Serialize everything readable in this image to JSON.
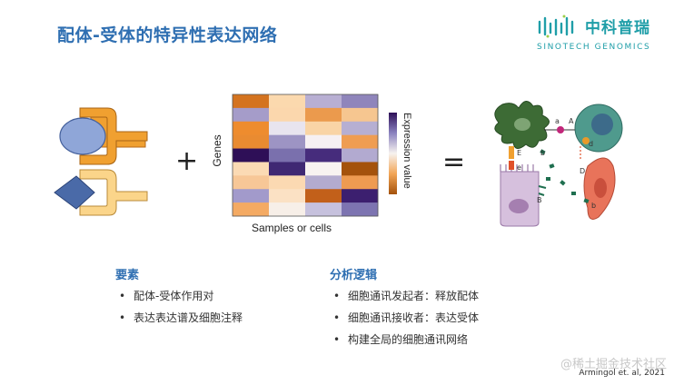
{
  "title": "配体-受体的特异性表达网络",
  "logo": {
    "cn": "中科普瑞",
    "en": "SINOTECH GENOMICS"
  },
  "heatmap": {
    "xlabel": "Samples or cells",
    "ylabel": "Genes",
    "colorbar_label": "Expression value",
    "cells": [
      [
        "#d4731f",
        "#fbd9ae",
        "#b8afd3",
        "#8f85bb"
      ],
      [
        "#a59cc9",
        "#fbd7ad",
        "#eb9a4d",
        "#f6c690"
      ],
      [
        "#ee8c2e",
        "#e8e4ef",
        "#f9d4a6",
        "#b6afd2"
      ],
      [
        "#e98b31",
        "#9d94c4",
        "#f6f0f3",
        "#ef9d52"
      ],
      [
        "#2e0f57",
        "#7a70ad",
        "#462c7c",
        "#b2aad0"
      ],
      [
        "#fbdab4",
        "#3f2873",
        "#f7f2f1",
        "#a4520c"
      ],
      [
        "#f7c797",
        "#fbd9b2",
        "#b3abcf",
        "#ee9b51"
      ],
      [
        "#a29acb",
        "#fbe1c4",
        "#c2601a",
        "#3c1f6f"
      ],
      [
        "#f4aa63",
        "#f7efe8",
        "#c6c1dd",
        "#7d74b1"
      ]
    ]
  },
  "cell_labels": {
    "a_small": "a",
    "A_big": "A",
    "d_small": "d",
    "D_big": "D",
    "E_big": "E",
    "e_small": "e",
    "b_small": "b",
    "B_big": "B"
  },
  "operators": {
    "plus": "+",
    "equals": "="
  },
  "elements": {
    "heading": "要素",
    "items": [
      "配体-受体作用对",
      "表达表达谱及细胞注释"
    ]
  },
  "logic": {
    "heading": "分析逻辑",
    "items": [
      "细胞通讯发起者：释放配体",
      "细胞通讯接收者：表达受体",
      "构建全局的细胞通讯网络"
    ]
  },
  "watermark": "@稀土掘金技术社区",
  "citation": "Armingol et. al, 2021",
  "colors": {
    "title": "#2f6fb2",
    "brand": "#1f9ea8",
    "receptor_orange": "#f0a030",
    "receptor_yellow": "#fbd58a",
    "ligand_blue": "#8fa6d8",
    "ligand_navy": "#4a6aa8"
  }
}
